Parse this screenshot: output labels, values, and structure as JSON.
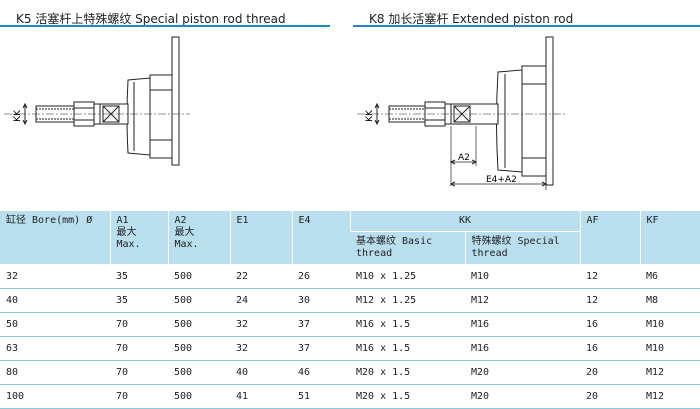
{
  "k5": {
    "title": "K5 活塞杆上特殊螺纹 Special piston rod thread",
    "kk": "KK"
  },
  "k8": {
    "title": "K8 加长活塞杆 Extended piston rod",
    "kk": "KK",
    "a2": "A2",
    "e4a2": "E4+A2"
  },
  "colors": {
    "accent": "#1e8bc3",
    "header_bg": "#b9dfee",
    "row_line": "#8fc9e0"
  },
  "table": {
    "headers": {
      "bore": "缸径 Bore(mm) Ø",
      "a1": [
        "A1",
        "最大",
        "Max."
      ],
      "a2": [
        "A2",
        "最大",
        "Max."
      ],
      "e1": "E1",
      "e4": "E4",
      "kk": "KK",
      "basic": "基本螺纹 Basic thread",
      "special": "特殊螺纹 Special thread",
      "af": "AF",
      "kf": "KF"
    },
    "rows": [
      {
        "bore": "32",
        "a1": "35",
        "a2": "500",
        "e1": "22",
        "e4": "26",
        "basic": "M10 x 1.25",
        "special": "M10",
        "af": "12",
        "kf": "M6"
      },
      {
        "bore": "40",
        "a1": "35",
        "a2": "500",
        "e1": "24",
        "e4": "30",
        "basic": "M12 x 1.25",
        "special": "M12",
        "af": "12",
        "kf": "M8"
      },
      {
        "bore": "50",
        "a1": "70",
        "a2": "500",
        "e1": "32",
        "e4": "37",
        "basic": "M16 x 1.5",
        "special": "M16",
        "af": "16",
        "kf": "M10"
      },
      {
        "bore": "63",
        "a1": "70",
        "a2": "500",
        "e1": "32",
        "e4": "37",
        "basic": "M16 x 1.5",
        "special": "M16",
        "af": "16",
        "kf": "M10"
      },
      {
        "bore": "80",
        "a1": "70",
        "a2": "500",
        "e1": "40",
        "e4": "46",
        "basic": "M20 x 1.5",
        "special": "M20",
        "af": "20",
        "kf": "M12"
      },
      {
        "bore": "100",
        "a1": "70",
        "a2": "500",
        "e1": "41",
        "e4": "51",
        "basic": "M20 x 1.5",
        "special": "M20",
        "af": "20",
        "kf": "M12"
      }
    ]
  }
}
